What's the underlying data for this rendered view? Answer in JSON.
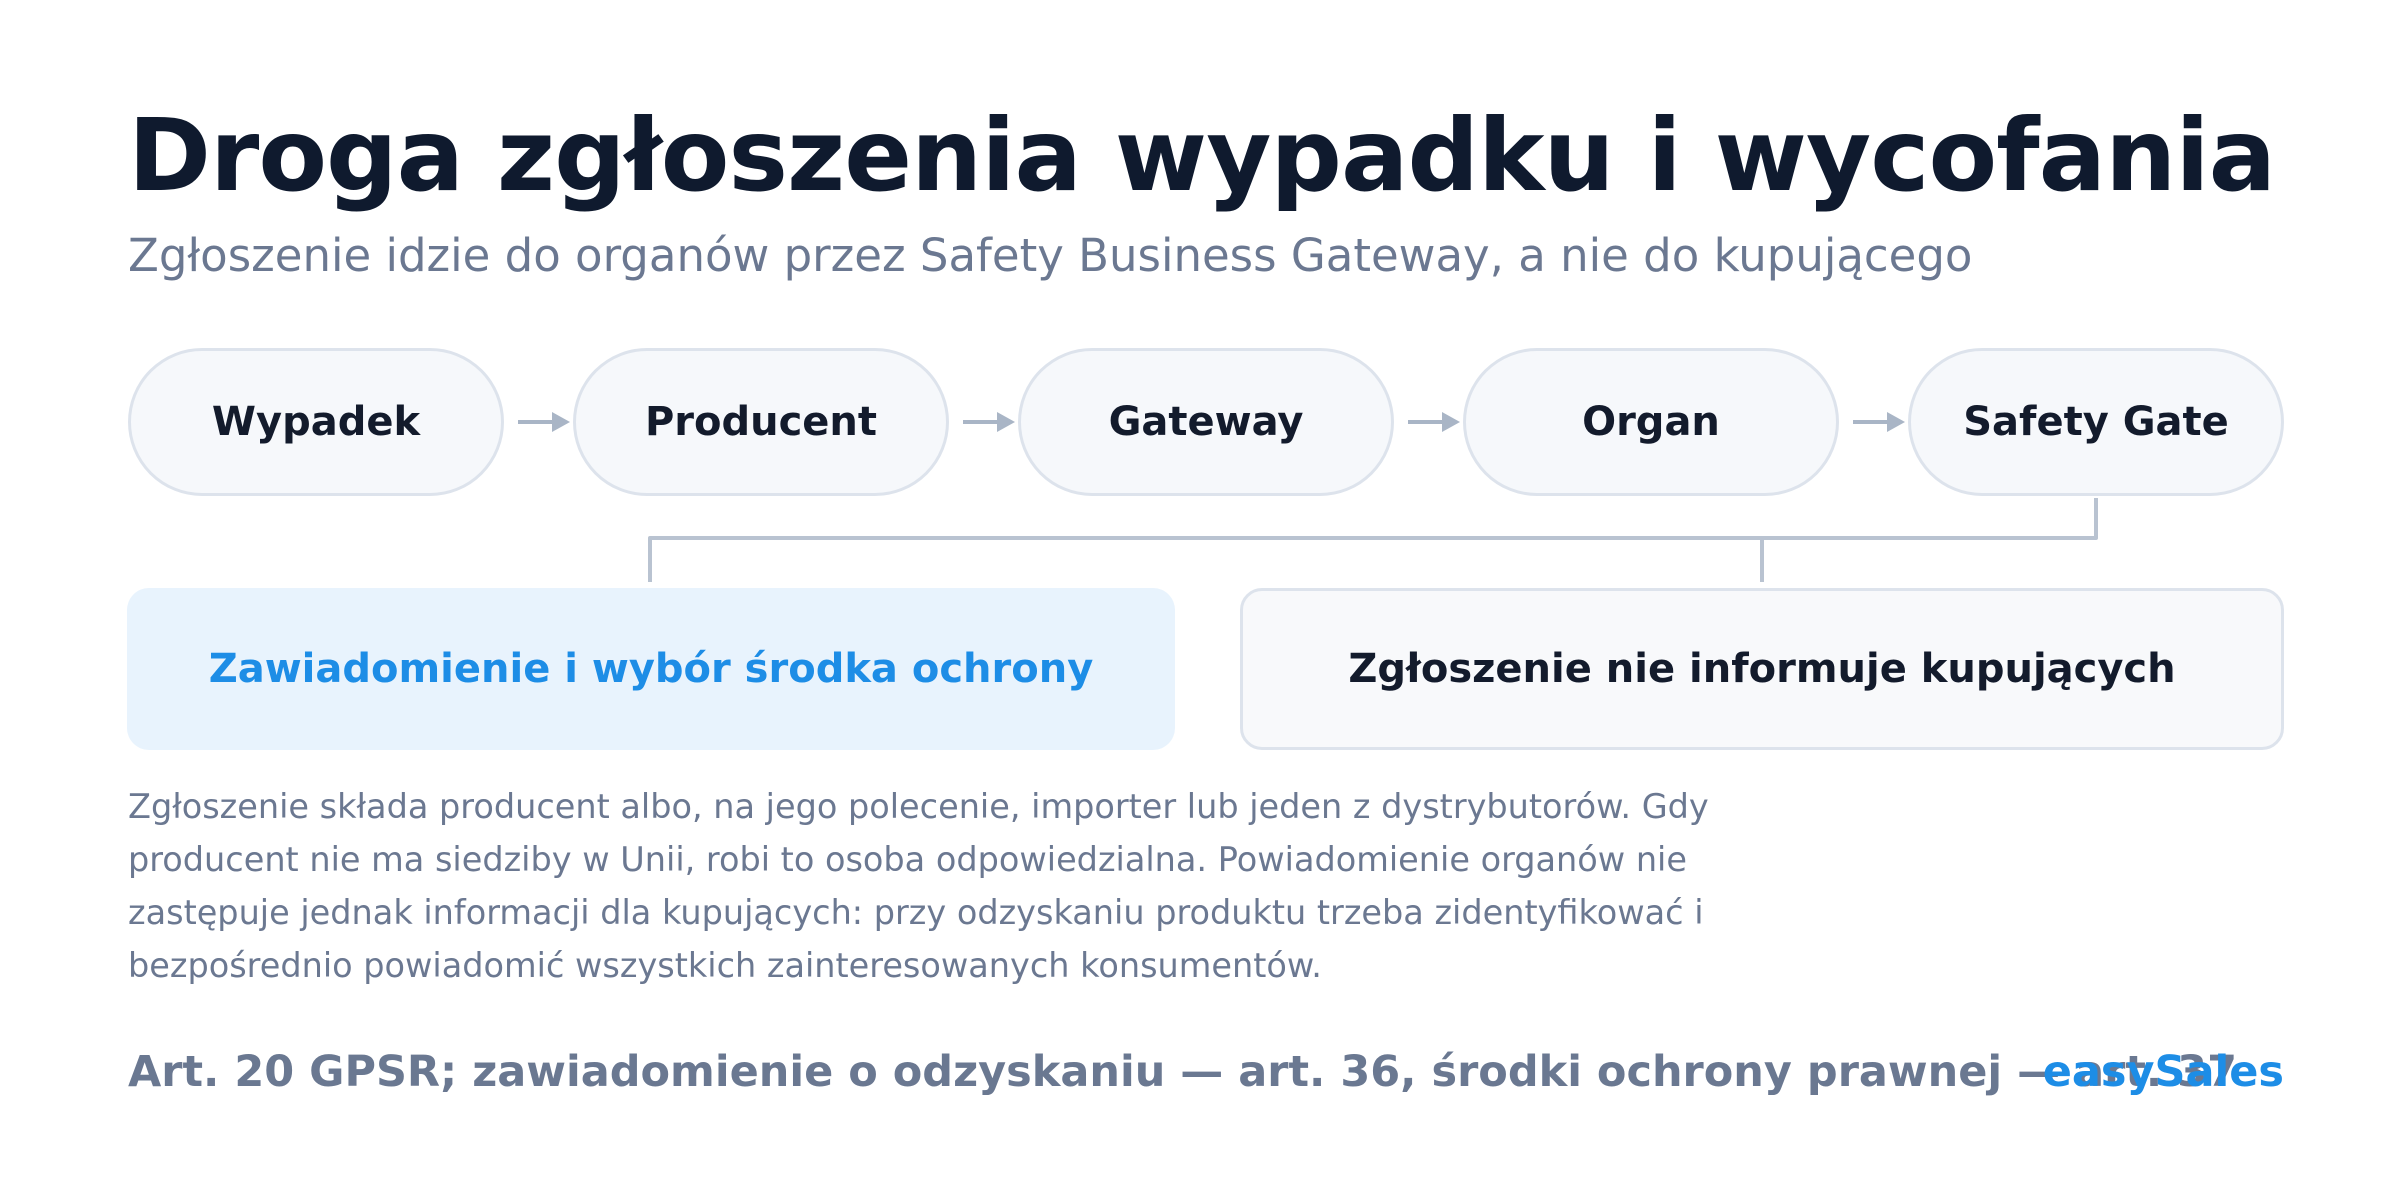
{
  "header": {
    "title": "Droga zgłoszenia wypadku i wycofania",
    "subtitle": "Zgłoszenie idzie do organów przez Safety Business Gateway, a nie do kupującego"
  },
  "flow": {
    "steps": [
      {
        "label": "Wypadek"
      },
      {
        "label": "Producent"
      },
      {
        "label": "Gateway"
      },
      {
        "label": "Organ"
      },
      {
        "label": "Safety Gate"
      }
    ]
  },
  "outcomes": {
    "left": "Zawiadomienie i wybór środka ochrony",
    "right": "Zgłoszenie nie informuje kupujących"
  },
  "body": {
    "description": "Zgłoszenie składa producent albo, na jego polecenie, importer lub jeden z dystrybutorów. Gdy producent nie ma siedziby w Unii, robi to osoba odpowiedzialna. Powiadomienie organów nie zastępuje jednak informacji dla kupujących: przy odzyskaniu produktu trzeba zidentyfikować i bezpośrednio powiadomić wszystkich zainteresowanych konsumentów."
  },
  "footer": {
    "note": "Art. 20 GPSR; zawiadomienie o odzyskaniu — art. 36, środki ochrony prawnej — art. 37",
    "brand": "easySales"
  },
  "colors": {
    "accent": "#1d8de6",
    "title": "#0f1a2e",
    "muted": "#6b7891",
    "pill_border": "#dde3ec",
    "connector": "#b9c3d1",
    "highlight_bg": "#e8f3fd"
  },
  "icons": {
    "arrow": "arrow-right-icon"
  }
}
